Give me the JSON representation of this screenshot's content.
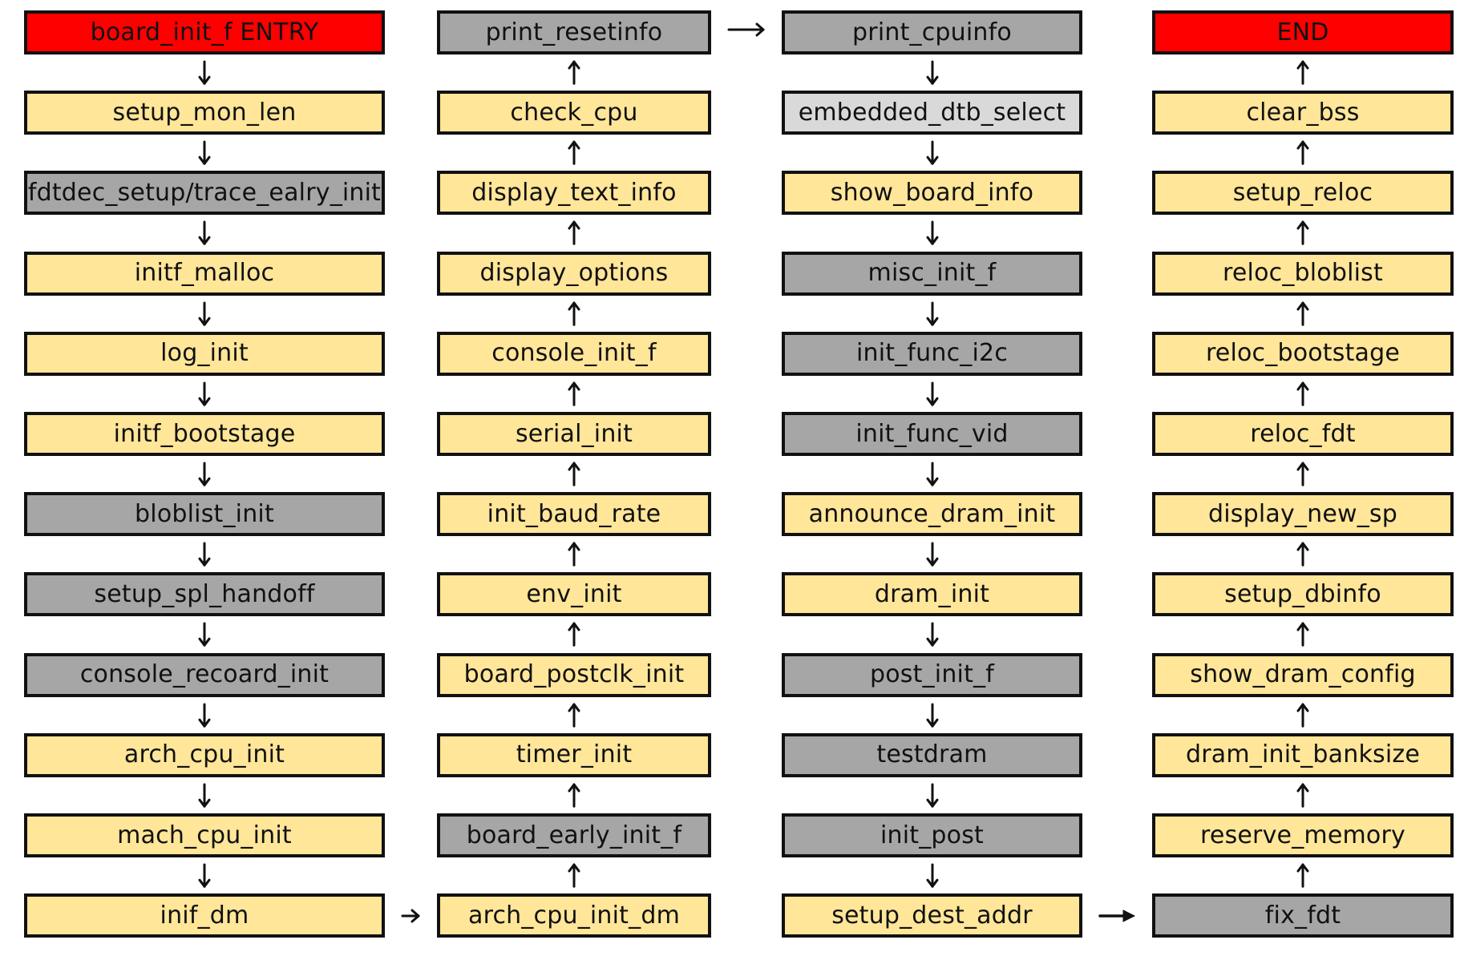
{
  "colors": {
    "red": "#ff0000",
    "yellow": "#ffe699",
    "gray": "#a6a6a6",
    "lightgray": "#d9d9d9",
    "border": "#111111"
  },
  "columns": [
    {
      "flow": "down",
      "nodes": [
        {
          "label": "board_init_f ENTRY",
          "color": "red"
        },
        {
          "label": "setup_mon_len",
          "color": "yellow"
        },
        {
          "label": "fdtdec_setup/trace_ealry_init",
          "color": "gray"
        },
        {
          "label": "initf_malloc",
          "color": "yellow"
        },
        {
          "label": "log_init",
          "color": "yellow"
        },
        {
          "label": "initf_bootstage",
          "color": "yellow"
        },
        {
          "label": "bloblist_init",
          "color": "gray"
        },
        {
          "label": "setup_spl_handoff",
          "color": "gray"
        },
        {
          "label": "console_recoard_init",
          "color": "gray"
        },
        {
          "label": "arch_cpu_init",
          "color": "yellow"
        },
        {
          "label": "mach_cpu_init",
          "color": "yellow"
        },
        {
          "label": "inif_dm",
          "color": "yellow"
        }
      ]
    },
    {
      "flow": "up",
      "nodes": [
        {
          "label": "print_resetinfo",
          "color": "gray"
        },
        {
          "label": "check_cpu",
          "color": "yellow"
        },
        {
          "label": "display_text_info",
          "color": "yellow"
        },
        {
          "label": "display_options",
          "color": "yellow"
        },
        {
          "label": "console_init_f",
          "color": "yellow"
        },
        {
          "label": "serial_init",
          "color": "yellow"
        },
        {
          "label": "init_baud_rate",
          "color": "yellow"
        },
        {
          "label": "env_init",
          "color": "yellow"
        },
        {
          "label": "board_postclk_init",
          "color": "yellow"
        },
        {
          "label": "timer_init",
          "color": "yellow"
        },
        {
          "label": "board_early_init_f",
          "color": "gray"
        },
        {
          "label": "arch_cpu_init_dm",
          "color": "yellow"
        }
      ]
    },
    {
      "flow": "down",
      "nodes": [
        {
          "label": "print_cpuinfo",
          "color": "gray"
        },
        {
          "label": "embedded_dtb_select",
          "color": "lightgray"
        },
        {
          "label": "show_board_info",
          "color": "yellow"
        },
        {
          "label": "misc_init_f",
          "color": "gray"
        },
        {
          "label": "init_func_i2c",
          "color": "gray"
        },
        {
          "label": "init_func_vid",
          "color": "gray"
        },
        {
          "label": "announce_dram_init",
          "color": "yellow"
        },
        {
          "label": "dram_init",
          "color": "yellow"
        },
        {
          "label": "post_init_f",
          "color": "gray"
        },
        {
          "label": "testdram",
          "color": "gray"
        },
        {
          "label": "init_post",
          "color": "gray"
        },
        {
          "label": "setup_dest_addr",
          "color": "yellow"
        }
      ]
    },
    {
      "flow": "up",
      "nodes": [
        {
          "label": "END",
          "color": "red"
        },
        {
          "label": "clear_bss",
          "color": "yellow"
        },
        {
          "label": "setup_reloc",
          "color": "yellow"
        },
        {
          "label": "reloc_bloblist",
          "color": "yellow"
        },
        {
          "label": "reloc_bootstage",
          "color": "yellow"
        },
        {
          "label": "reloc_fdt",
          "color": "yellow"
        },
        {
          "label": "display_new_sp",
          "color": "yellow"
        },
        {
          "label": "setup_dbinfo",
          "color": "yellow"
        },
        {
          "label": "show_dram_config",
          "color": "yellow"
        },
        {
          "label": "dram_init_banksize",
          "color": "yellow"
        },
        {
          "label": "reserve_memory",
          "color": "yellow"
        },
        {
          "label": "fix_fdt",
          "color": "gray"
        }
      ]
    }
  ],
  "connectors": [
    {
      "from_column": 1,
      "to_column": 2,
      "row": 12,
      "style": "thin"
    },
    {
      "from_column": 2,
      "to_column": 3,
      "row": 1,
      "style": "thin"
    },
    {
      "from_column": 3,
      "to_column": 4,
      "row": 12,
      "style": "bold"
    }
  ]
}
